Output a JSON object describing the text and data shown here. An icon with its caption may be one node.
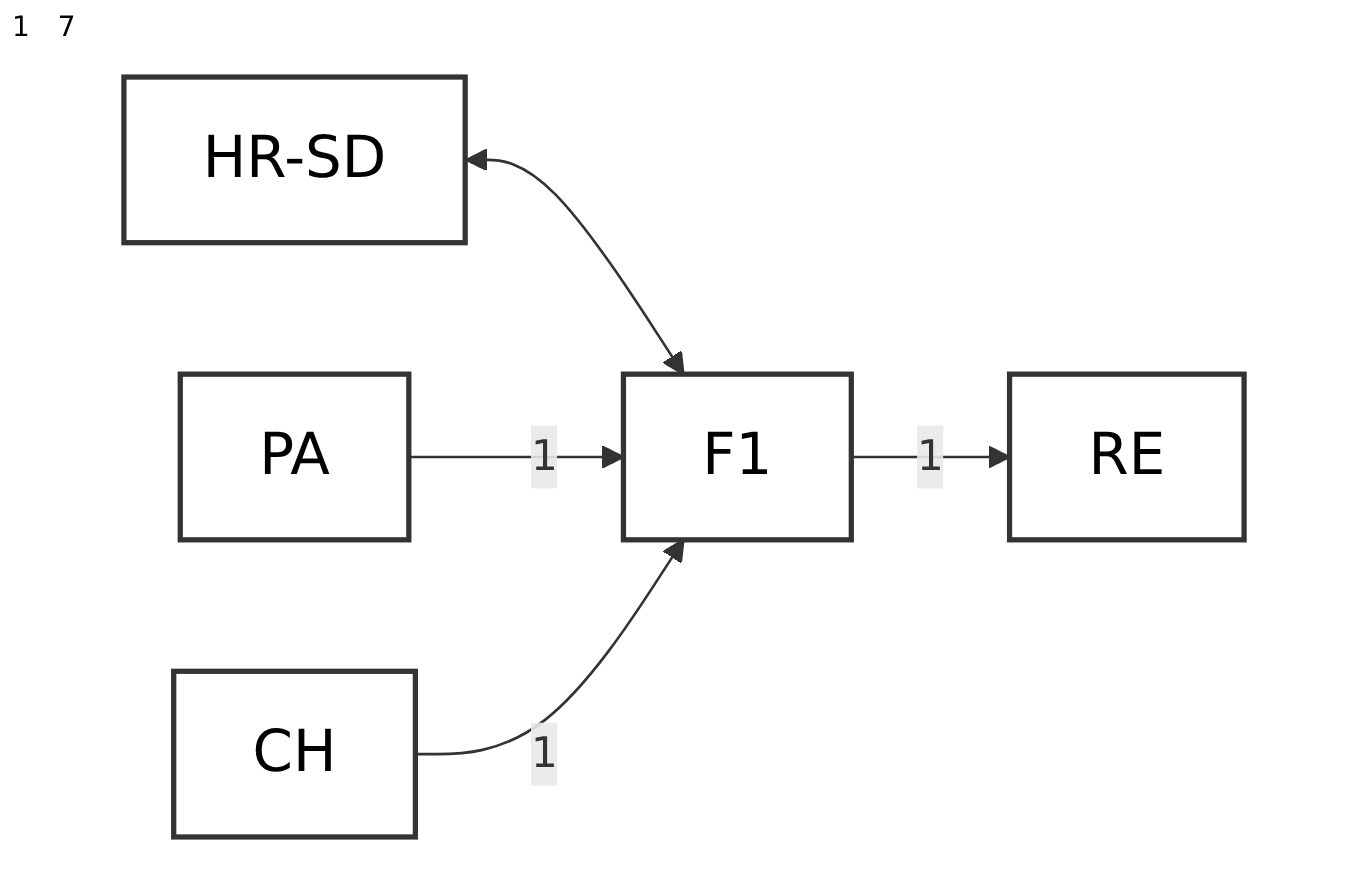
{
  "diagram": {
    "nodes": [
      {
        "text": [
          "HR-SD"
        ]
      },
      {
        "text": [
          "F1"
        ]
      },
      {
        "text": [
          "PA"
        ]
      },
      {
        "text": [
          "CH"
        ]
      },
      {
        "text": [
          "RE"
        ]
      }
    ],
    "edges": [
      {
        "from": 0,
        "to": 1,
        "arrow": "both"
      },
      {
        "from": 2,
        "to": 1,
        "arrow": "to",
        "label": "1"
      },
      {
        "from": 3,
        "to": 1,
        "arrow": "to",
        "label": "1"
      },
      {
        "from": 1,
        "to": 4,
        "arrow": "to",
        "label": "1"
      }
    ],
    "labels": [
      "1",
      "7"
    ]
  }
}
